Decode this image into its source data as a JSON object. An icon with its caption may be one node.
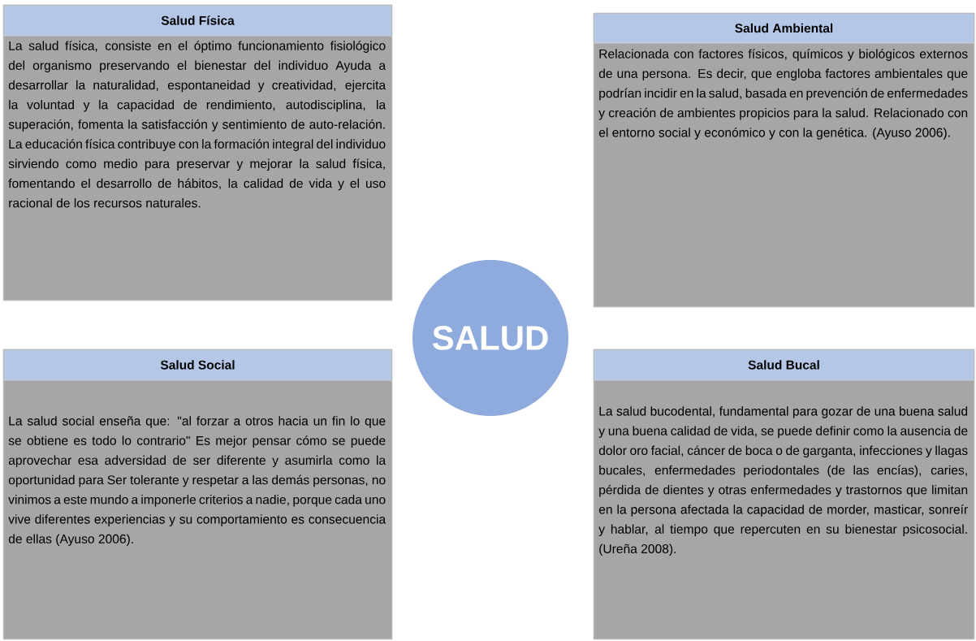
{
  "diagram": {
    "nodes": [
      {
        "text": [
          "Salud Física",
          "La salud física, consiste en el óptimo funcionamiento fisiológico del organismo preservando el bienestar del individuo Ayuda a desarrollar la naturalidad, espontaneidad y creatividad, ejercita la voluntad y la capacidad de rendimiento, autodisciplina, la superación, fomenta la satisfacción y sentimiento de auto-relación. La educación física contribuye con la formación integral del individuo sirviendo como medio para preservar y mejorar la salud física, fomentando el desarrollo de hábitos, la calidad de vida y el uso racional de los recursos naturales."
        ]
      },
      {
        "text": [
          "Salud Ambiental",
          "Relacionada con factores físicos, químicos y biológicos externos de una persona. Es decir, que engloba factores ambientales que podrían incidir en la salud, basada en prevención de enfermedades y creación de ambientes propicios para la salud. Relacionado con el entorno social y económico y con la genética. (Ayuso 2006)."
        ]
      },
      {
        "text": [
          "SALUD"
        ]
      },
      {
        "text": [
          "Salud Social",
          "La salud social enseña que: \"al forzar a otros hacia un fin lo que se obtiene es todo lo contrario\" Es mejor pensar cómo se puede aprovechar esa adversidad de ser diferente y asumirla como la oportunidad para Ser tolerante y respetar a las demás personas, no vinimos a este mundo a imponerle criterios a nadie, porque cada uno vive diferentes experiencias y su comportamiento es consecuencia de ellas (Ayuso 2006)."
        ]
      },
      {
        "text": [
          "Salud Bucal",
          "La salud bucodental, fundamental para gozar de una buena salud y una buena calidad de vida, se puede definir como la ausencia de dolor oro facial, cáncer de boca o de garganta, infecciones y llagas bucales, enfermedades periodontales (de las encías), caries, pérdida de dientes y otras enfermedades y trastornos que limitan en la persona afectada la capacidad de morder, masticar, sonreír y hablar, al tiempo que repercuten en su bienestar psicosocial. (Ureña 2008)."
        ]
      }
    ]
  }
}
